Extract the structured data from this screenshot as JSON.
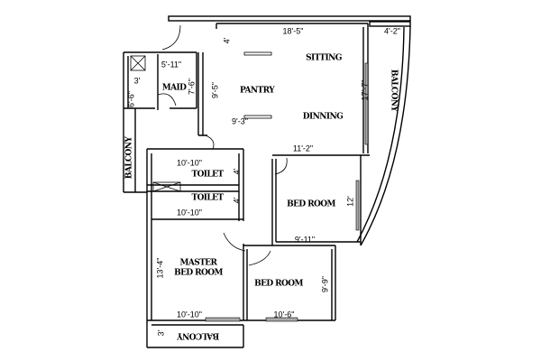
{
  "rooms": [
    {
      "id": "sitting",
      "label": "SITTING"
    },
    {
      "id": "pantry",
      "label": "PANTRY"
    },
    {
      "id": "maid",
      "label": "MAID"
    },
    {
      "id": "dinning",
      "label": "DINNING"
    },
    {
      "id": "balcony-right",
      "label": "BALCONY"
    },
    {
      "id": "balcony-left",
      "label": "BALCONY"
    },
    {
      "id": "toilet-1",
      "label": "TOILET"
    },
    {
      "id": "toilet-2",
      "label": "TOILET"
    },
    {
      "id": "bed-room-1",
      "label": "BED ROOM"
    },
    {
      "id": "master-bed-room-1",
      "label": "MASTER"
    },
    {
      "id": "master-bed-room-2",
      "label": "BED ROOM"
    },
    {
      "id": "bed-room-2",
      "label": "BED ROOM"
    },
    {
      "id": "balcony-bottom",
      "label": "BALCONY"
    }
  ],
  "dimensions": [
    "18'-5\"",
    "4'-2\"",
    "4'",
    "5'-11\"",
    "7'-6\"",
    "3'",
    "6'-6\"",
    "9'-5\"",
    "9'-3\"",
    "17'-7\"",
    "11'-2\"",
    "10'-10\"",
    "4'",
    "4'",
    "10'-10\"",
    "12'",
    "9'-11\"",
    "13'-4\"",
    "10'-10\"",
    "10'-6\"",
    "9'-9\"",
    "3'"
  ]
}
